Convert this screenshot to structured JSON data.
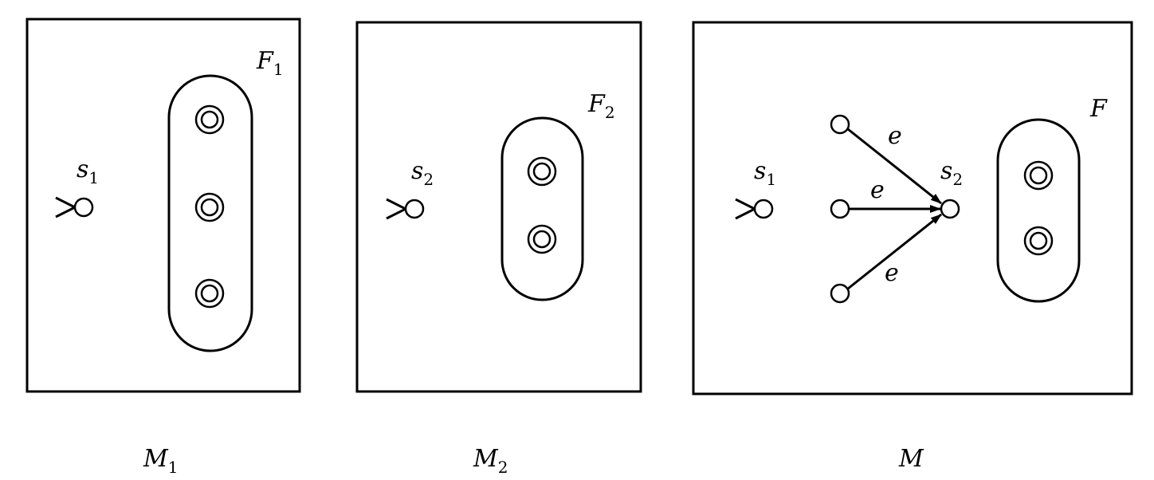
{
  "machines": [
    {
      "name": "M",
      "sub": "1",
      "final_label": "F",
      "final_sub": "1",
      "start_label": "s",
      "start_sub": "1",
      "accepting_states": 3
    },
    {
      "name": "M",
      "sub": "2",
      "final_label": "F",
      "final_sub": "2",
      "start_label": "s",
      "start_sub": "2",
      "accepting_states": 2
    },
    {
      "name": "M",
      "sub": "",
      "final_label": "F",
      "final_sub": "",
      "start_label": "s",
      "start_sub": "1",
      "middle_label": "s",
      "middle_sub": "2",
      "edge_labels": [
        "e",
        "e",
        "e"
      ],
      "accepting_states": 2
    }
  ]
}
